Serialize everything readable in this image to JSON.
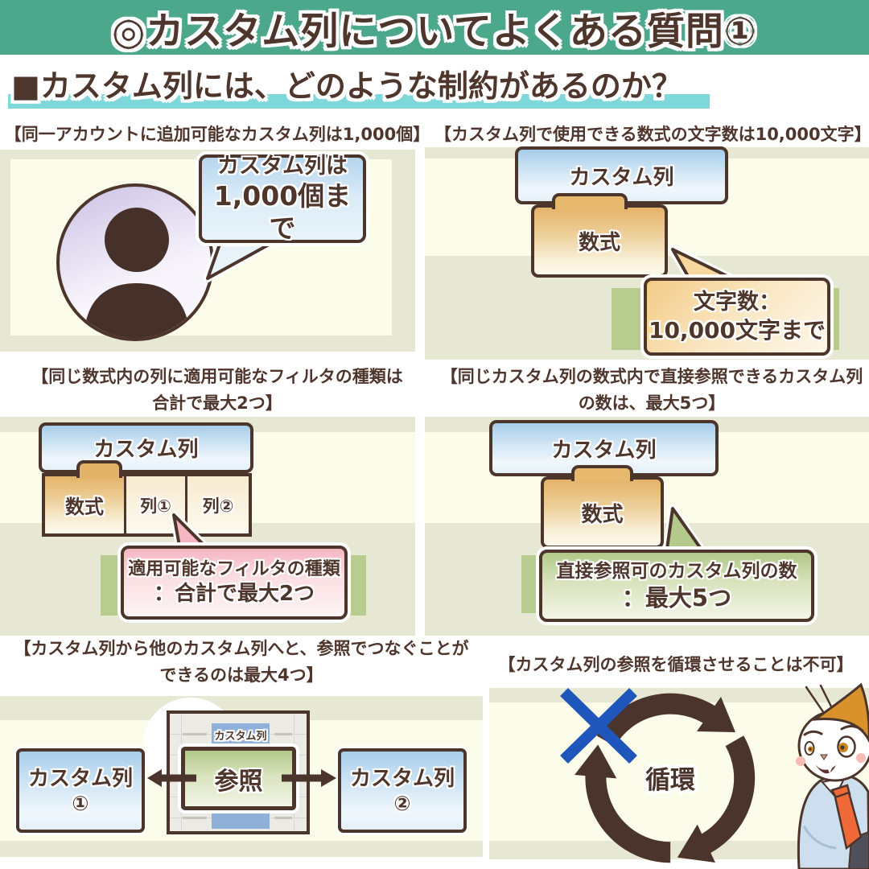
{
  "colors": {
    "banner_green": "#4ba88b",
    "text_brown": "#4f362c",
    "underline_cyan": "#7ed8da",
    "bg_olive": "#e6e8d4",
    "bg_cream": "#fbfce9",
    "accent_green_bar": "#b9cc90",
    "folder_blue_top": "#a6cde9",
    "folder_orange_top": "#e5b369",
    "bubble_pink_top": "#f5b5c3",
    "bubble_green_top": "#b2c889",
    "x_mark_blue": "#1e56bb",
    "cycle_arrow_brown": "#4b342b"
  },
  "banner": {
    "title": "◎カスタム列についてよくある質問①"
  },
  "heading": {
    "text": "■カスタム列には、どのような制約があるのか？"
  },
  "panel1": {
    "caption": "【同一アカウントに追加可能なカスタム列は1,000個】",
    "bubble_line1": "カスタム列は",
    "bubble_line2": "1,000個まで"
  },
  "panel2": {
    "caption": "【カスタム列で使用できる数式の文字数は10,000文字】",
    "folder": "カスタム列",
    "subfolder": "数式",
    "bubble_line1": "文字数：",
    "bubble_line2": "10,000文字まで"
  },
  "panel3": {
    "caption_line1": "【同じ数式内の列に適用可能なフィルタの種類は",
    "caption_line2": "合計で最大2つ】",
    "folder": "カスタム列",
    "cell1": "数式",
    "cell2": "列①",
    "cell3": "列②",
    "bubble_line1": "適用可能なフィルタの種類",
    "bubble_line2": "：合計で最大2つ"
  },
  "panel4": {
    "caption_line1": "【同じカスタム列の数式内で直接参照できるカスタム列",
    "caption_line2": "の数は、最大5つ】",
    "folder": "カスタム列",
    "subfolder": "数式",
    "bubble_line1": "直接参照可のカスタム列の数",
    "bubble_line2": "：最大5つ"
  },
  "panel5": {
    "caption_line1": "【カスタム列から他のカスタム列へと、参照でつなぐことが",
    "caption_line2": "できるのは最大4つ】",
    "box_left_line1": "カスタム列",
    "box_left_line2": "①",
    "sheet_header": "カスタム列",
    "ref_label": "参照",
    "box_right_line1": "カスタム列",
    "box_right_line2": "②"
  },
  "panel6": {
    "caption": "【カスタム列の参照を循環させることは不可】",
    "cycle_label": "循環"
  }
}
